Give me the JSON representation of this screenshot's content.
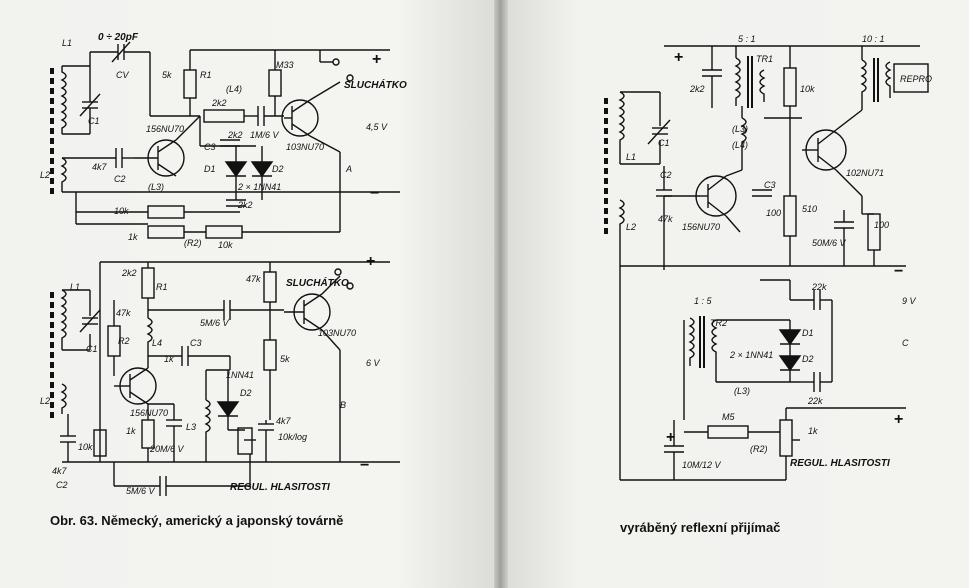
{
  "left_page": {
    "caption": "Obr. 63. Německý, americký a japonský továrně",
    "circuit_a": {
      "section_label": "A",
      "supply": "4,5 V",
      "plus": "+",
      "minus": "−",
      "labels": {
        "l1": "L1",
        "l2": "L2",
        "l3": "(L3)",
        "l4": "(L4)",
        "c1": "C1",
        "c2": "C2",
        "c3": "C3",
        "cv": "CV",
        "cv_val": "0 ÷ 20pF",
        "r1": "R1",
        "r2": "(R2)",
        "r_5k": "5k",
        "r_m33": "M33",
        "r_2k2": "2k2",
        "r_10k": "10k",
        "r_1k": "1k",
        "r_10k_b": "10k",
        "c_4k7": "4k7",
        "c_2k2": "2k2",
        "c_1m": "1M/6 V",
        "c_2k2_b": "2k2",
        "d1": "D1",
        "d2": "D2",
        "diodes": "2 × 1NN41",
        "t1": "156NU70",
        "t2": "103NU70",
        "phones": "SLUCHÁTKO"
      }
    },
    "circuit_b": {
      "section_label": "B",
      "supply": "6 V",
      "plus": "+",
      "minus": "−",
      "labels": {
        "l1": "L1",
        "l2": "L2",
        "l3": "L3",
        "l4": "L4",
        "c1": "C1",
        "c2": "C2",
        "c3": "C3",
        "r1": "R1",
        "r2": "R2",
        "d2": "D2",
        "r_2k2": "2k2",
        "r_47k": "47k",
        "r_47k_b": "47k",
        "r_5k": "5k",
        "r_10k": "10k",
        "r_1k": "1k",
        "c_1k": "1k",
        "c_5m": "5M/6 V",
        "c_5m_b": "5M/6 V",
        "c_20m": "20M/6 V",
        "c_4k7": "4k7",
        "c_4k7_b": "4k7",
        "pot": "10k/log",
        "diode": "1NN41",
        "t1": "156NU70",
        "t2": "103NU70",
        "phones": "SLUCHÁTKO",
        "volume": "REGUL. HLASITOSTI"
      }
    }
  },
  "right_page": {
    "caption": "vyráběný reflexní přijímač",
    "circuit_c": {
      "section_label": "C",
      "supply": "9 V",
      "plus": "+",
      "minus": "−",
      "labels": {
        "ratio1": "5 : 1",
        "ratio2": "10 : 1",
        "ratio3": "1 : 5",
        "tr1": "TR1",
        "tr2": "TR2",
        "l1": "L1",
        "l2": "L2",
        "l3": "(L3)",
        "l4": "(L4)",
        "c1": "C1",
        "c2": "C2",
        "c3": "C3",
        "c_2k2": "2k2",
        "c_47k": "47k",
        "c_100": "100",
        "c_50m": "50M/6 V",
        "c_22k": "22k",
        "c_22k_b": "22k",
        "c_10m": "10M/12 V",
        "r_10k": "10k",
        "r_510": "510",
        "r_100": "100",
        "r_m5": "M5",
        "r2": "(R2)",
        "pot": "1k",
        "t1": "156NU70",
        "t2": "102NU71",
        "diodes": "2 × 1NN41",
        "d1": "D1",
        "d2": "D2",
        "speaker": "REPRO",
        "volume": "REGUL. HLASITOSTI"
      }
    }
  }
}
